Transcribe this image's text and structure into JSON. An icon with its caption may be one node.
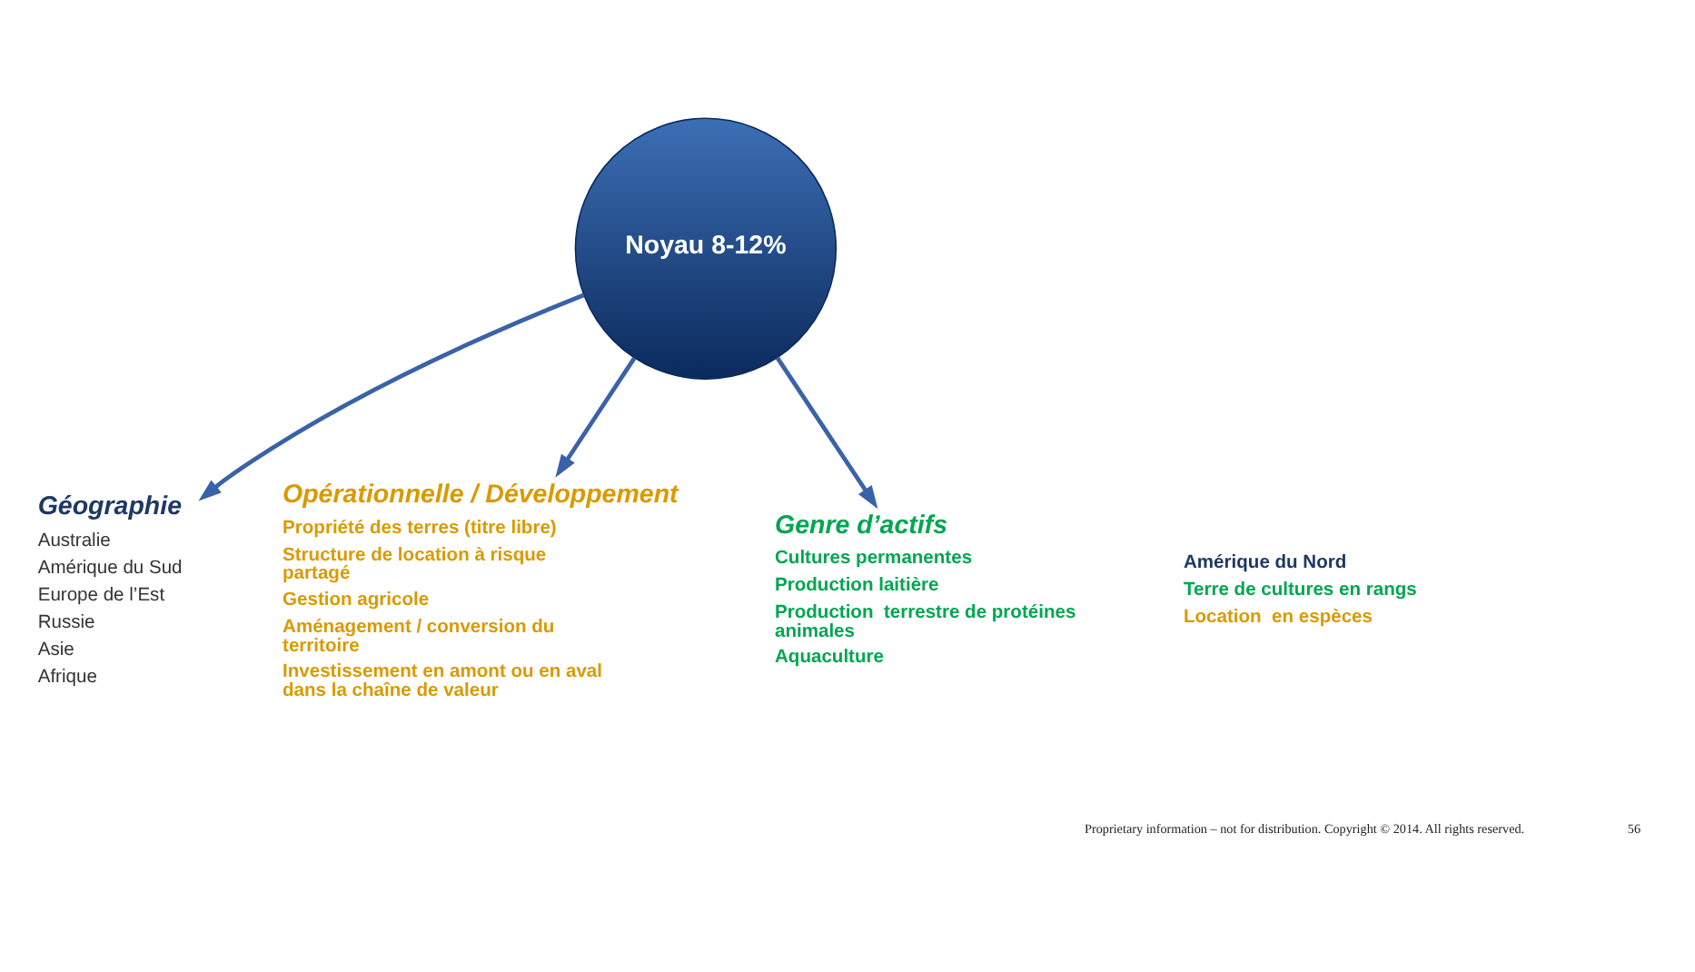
{
  "diagram": {
    "nodes": [
      {
        "text": [
          "Noyau 8-12%"
        ]
      },
      {
        "text": [
          "Géographie",
          "Australie",
          "Amérique du Sud",
          "Europe de l’Est",
          "Russie",
          "Asie",
          "Afrique"
        ]
      },
      {
        "text": [
          "Opérationnelle / Développement",
          "Propriété des terres (titre libre)",
          "Structure de location à risque partagé",
          "Gestion agricole",
          "Aménagement / conversion du territoire",
          "Investissement en amont ou en aval dans la chaîne de valeur"
        ]
      },
      {
        "text": [
          "Genre d’actifs",
          "Cultures permanentes",
          "Production laitière",
          "Production  terrestre de protéines animales",
          "Aquaculture"
        ]
      },
      {
        "text": [
          "Amérique du Nord",
          "Terre de cultures en rangs",
          "Location  en espèces"
        ]
      }
    ],
    "edges": [
      {
        "from": 0,
        "to": 1,
        "arrow": "to"
      },
      {
        "from": 0,
        "to": 2,
        "arrow": "to"
      },
      {
        "from": 0,
        "to": 3,
        "arrow": "to"
      }
    ],
    "labels": [
      "Proprietary information – not for distribution. Copyright © 2014. All rights reserved.",
      "56"
    ]
  }
}
